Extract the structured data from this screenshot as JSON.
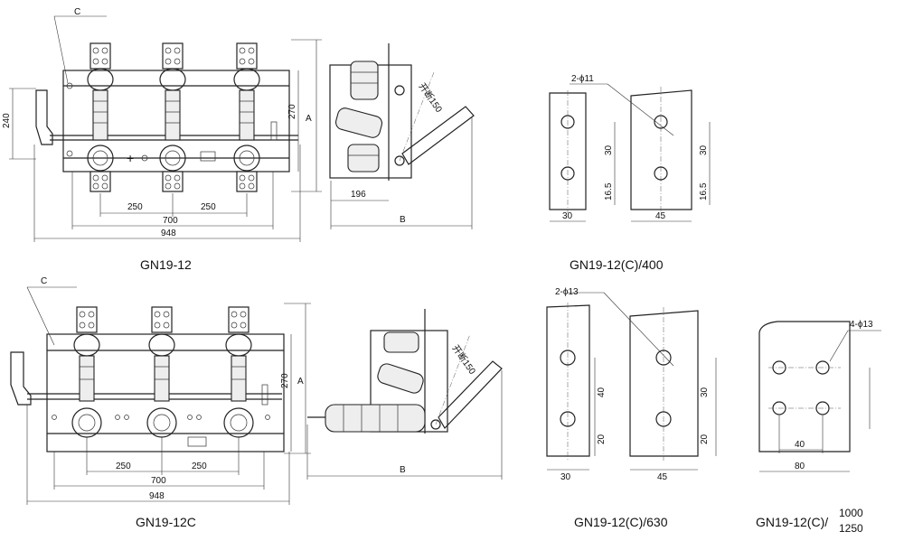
{
  "drawings": {
    "top_front": {
      "caption": "GN19-12",
      "c_label": "C",
      "a_label": "A",
      "dims": {
        "pitch1": "250",
        "pitch2": "250",
        "mid": "700",
        "total": "948",
        "height": "240",
        "side": "270"
      }
    },
    "top_side": {
      "b_label": "B",
      "d196": "196",
      "angle": "开断150"
    },
    "plate_400": {
      "caption": "GN19-12(C)/400",
      "hole": "2-ϕ11",
      "dims": {
        "w1": "30",
        "w2": "45",
        "v1": "30",
        "v2": "16.5",
        "v3": "30",
        "v4": "16.5"
      }
    },
    "bottom_front": {
      "caption": "GN19-12C",
      "c_label": "C",
      "a_label": "A",
      "dims": {
        "pitch1": "250",
        "pitch2": "250",
        "mid": "700",
        "total": "948",
        "side": "270"
      }
    },
    "bottom_side": {
      "b_label": "B",
      "angle": "开断150"
    },
    "plate_630": {
      "caption": "GN19-12(C)/630",
      "hole": "2-ϕ13",
      "dims": {
        "w1": "30",
        "w2": "45",
        "v1": "40",
        "v2": "20",
        "v3": "30",
        "v4": "20"
      }
    },
    "plate_1000": {
      "caption": "GN19-12(C)/",
      "frac_top": "1000",
      "frac_bot": "1250",
      "hole": "4-ϕ13",
      "dims": {
        "w1": "40",
        "w2": "80"
      }
    }
  }
}
